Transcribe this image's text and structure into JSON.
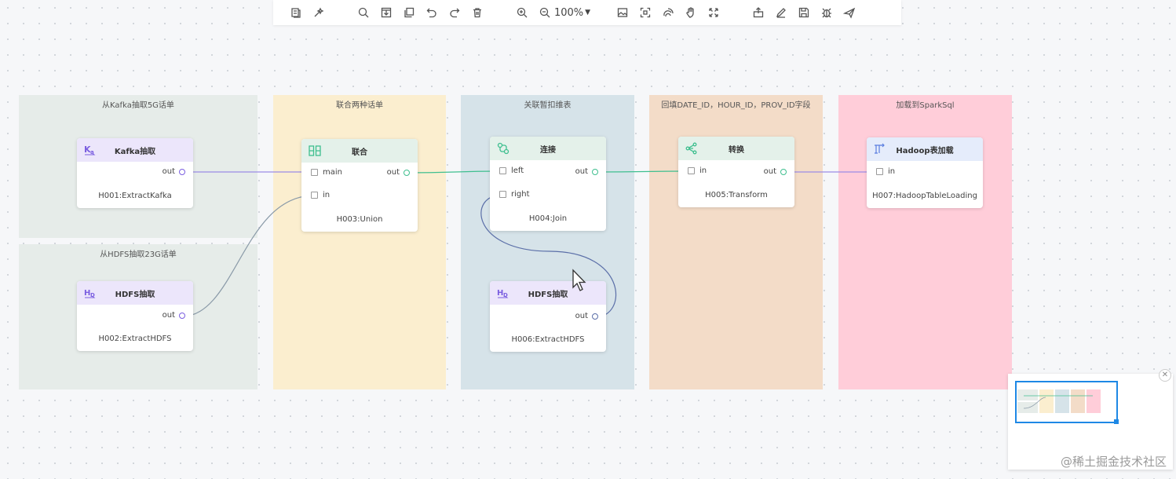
{
  "toolbar": {
    "zoom_label": "100%",
    "tools": [
      "templates-icon",
      "magic-icon",
      "search-icon",
      "import-icon",
      "copy-icon",
      "undo-icon",
      "redo-icon",
      "delete-icon",
      "zoom-in-icon",
      "zoom-out-icon",
      "zoom-level",
      "image-icon",
      "fit-icon",
      "layout-icon",
      "hand-icon",
      "fullscreen-icon",
      "export-icon",
      "edit-icon",
      "save-icon",
      "debug-icon",
      "deploy-icon"
    ]
  },
  "lanes": [
    {
      "id": "lane-kafka",
      "title": "从Kafka抽取5G话单",
      "color": "#e6ece9"
    },
    {
      "id": "lane-hdfs",
      "title": "从HDFS抽取23G话单",
      "color": "#e6ece9"
    },
    {
      "id": "lane-union",
      "title": "联合两种话单",
      "color": "#fbeecf"
    },
    {
      "id": "lane-join",
      "title": "关联暂扣维表",
      "color": "#d6e3e9"
    },
    {
      "id": "lane-transform",
      "title": "回填DATE_ID，HOUR_ID，PROV_ID字段",
      "color": "#f3dcc8"
    },
    {
      "id": "lane-load",
      "title": "加载到SparkSql",
      "color": "#ffcdd9"
    }
  ],
  "nodes": {
    "h001": {
      "title": "Kafka抽取",
      "code": "H001:ExtractKafka",
      "out": "out"
    },
    "h002": {
      "title": "HDFS抽取",
      "code": "H002:ExtractHDFS",
      "out": "out"
    },
    "h003": {
      "title": "联合",
      "code": "H003:Union",
      "in1": "main",
      "in2": "in",
      "out": "out"
    },
    "h004": {
      "title": "连接",
      "code": "H004:Join",
      "in1": "left",
      "in2": "right",
      "out": "out"
    },
    "h006": {
      "title": "HDFS抽取",
      "code": "H006:ExtractHDFS",
      "out": "out"
    },
    "h005": {
      "title": "转换",
      "code": "H005:Transform",
      "in1": "in",
      "out": "out"
    },
    "h007": {
      "title": "Hadoop表加载",
      "code": "H007:HadoopTableLoading",
      "in1": "in"
    }
  },
  "colors": {
    "extract_head": "#ece6fb",
    "green_head": "#e4f1ea",
    "load_head": "#e5ecfb",
    "purple_edge": "#9b8ce6",
    "green_edge": "#3fbf8f",
    "grey_edge": "#8a9aa8"
  },
  "watermark": "@稀土掘金技术社区"
}
